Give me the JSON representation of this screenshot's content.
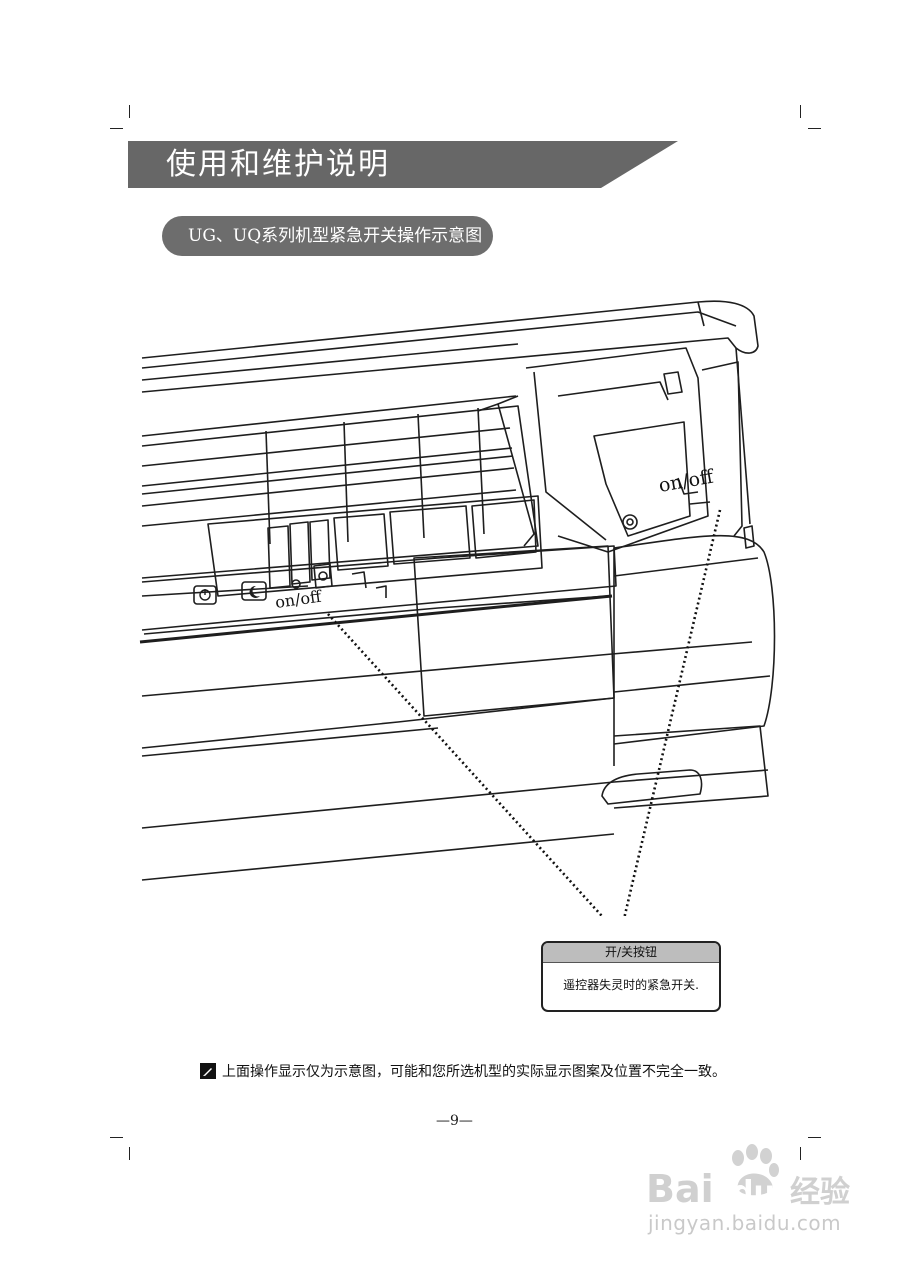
{
  "page": {
    "section_title": "使用和维护说明",
    "subtitle": "UG、UQ系列机型紧急开关操作示意图",
    "page_number": "—9—"
  },
  "illustration": {
    "label_panel": "on/off",
    "label_board": "on/off",
    "power_icon": "power-icon",
    "sleep_icon": "moon-icon"
  },
  "callout": {
    "title": "开/关按钮",
    "body": "遥控器失灵时的紧急开关."
  },
  "note": {
    "icon": "pencil-icon",
    "text": "上面操作显示仅为示意图，可能和您所选机型的实际显示图案及位置不完全一致。"
  },
  "watermark": {
    "logo_text": "Baidu经验",
    "url": "jingyan.baidu.com"
  }
}
